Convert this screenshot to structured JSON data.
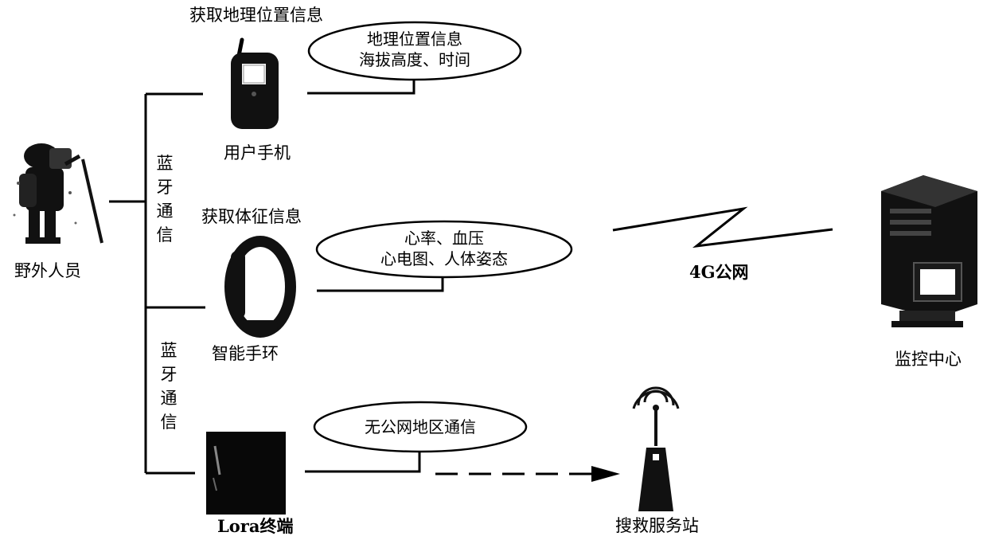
{
  "person": {
    "label": "野外人员"
  },
  "bluetooth_upper": {
    "chars": [
      "蓝",
      "牙",
      "通",
      "信"
    ]
  },
  "bluetooth_lower": {
    "chars": [
      "蓝",
      "牙",
      "通",
      "信"
    ]
  },
  "phone": {
    "header": "获取地理位置信息",
    "label": "用户手机",
    "bubble_lines": [
      "地理位置信息",
      "海拔高度、时间"
    ]
  },
  "band": {
    "header": "获取体征信息",
    "label": "智能手环",
    "bubble_lines": [
      "心率、血压",
      "心电图、人体姿态"
    ]
  },
  "lora": {
    "label": "Lora终端",
    "bubble_lines": [
      "无公网地区通信"
    ]
  },
  "network": {
    "label": "4G公网"
  },
  "monitor": {
    "label": "监控中心"
  },
  "rescue": {
    "label": "搜救服务站"
  }
}
